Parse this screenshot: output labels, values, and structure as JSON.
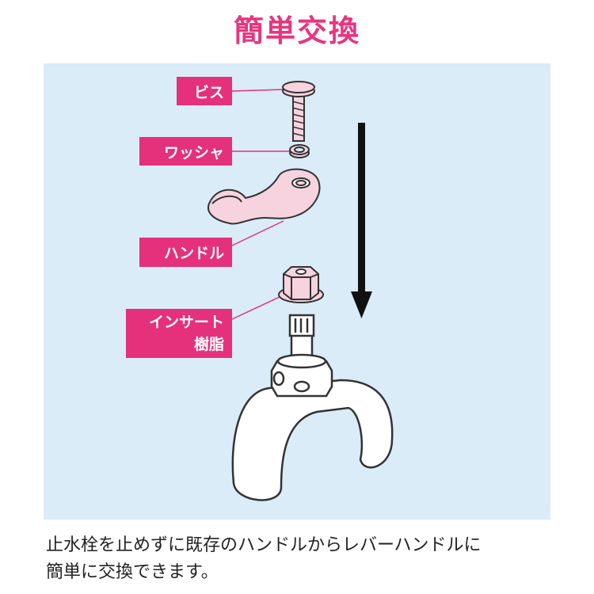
{
  "title": "簡単交換",
  "labels": {
    "screw": "ビス",
    "washer": "ワッシャ",
    "handle": "ハンドル",
    "insert_line1": "インサート",
    "insert_line2": "樹脂"
  },
  "caption": {
    "line1": "止水栓を止めずに既存のハンドルからレバーハンドルに",
    "line2": "簡単に交換できます。"
  },
  "colors": {
    "accent": "#e5307b",
    "panel": "#d9ecf7",
    "part": "#f6d3df"
  }
}
